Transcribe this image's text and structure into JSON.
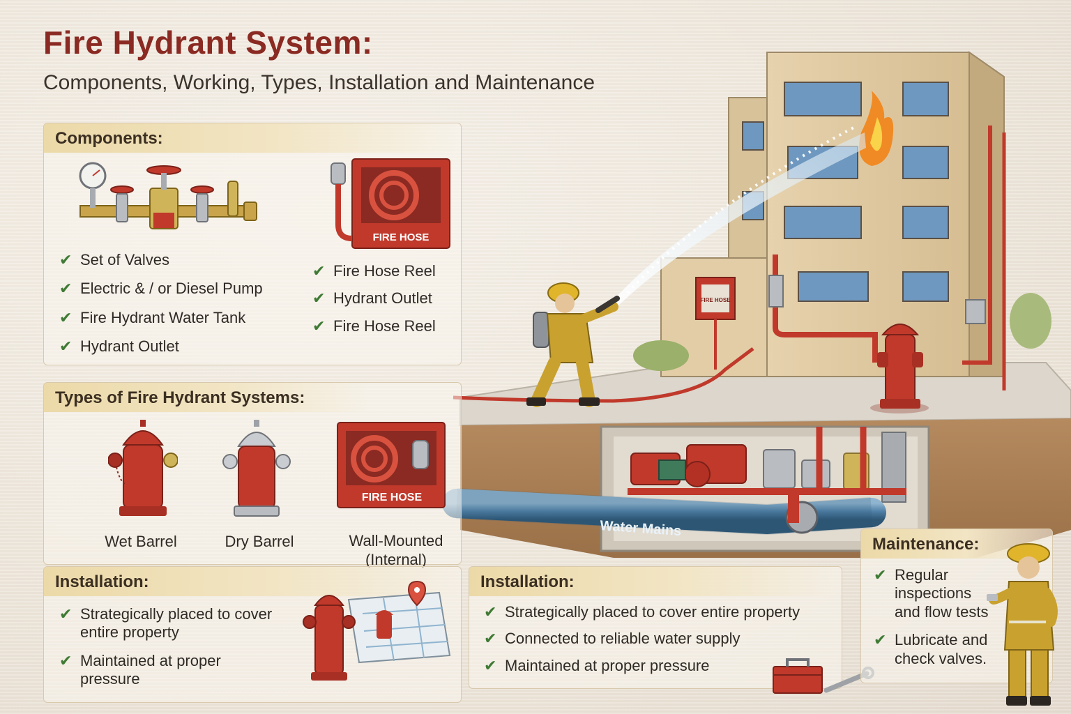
{
  "header": {
    "title": "Fire Hydrant System:",
    "subtitle": "Components, Working, Types, Installation and Maintenance"
  },
  "components": {
    "heading": "Components:",
    "hose_cabinet_label": "FIRE HOSE",
    "left_items": [
      "Set of Valves",
      "Electric & / or Diesel Pump",
      "Fire Hydrant Water Tank",
      "Hydrant Outlet"
    ],
    "right_items": [
      "Fire Hose Reel",
      "Hydrant Outlet",
      "Fire Hose Reel"
    ]
  },
  "types": {
    "heading": "Types of Fire Hydrant Systems:",
    "items": [
      {
        "label": "Wet Barrel"
      },
      {
        "label": "Dry Barrel"
      },
      {
        "label": "Wall-Mounted",
        "sub": "(Internal)"
      }
    ],
    "hose_cabinet_label": "FIRE HOSE"
  },
  "installation_left": {
    "heading": "Installation:",
    "items": [
      "Strategically placed to cover entire property",
      "Maintained at proper pressure"
    ]
  },
  "installation_right": {
    "heading": "Installation:",
    "items": [
      "Strategically placed to cover entire property",
      "Connected to reliable water supply",
      "Maintained at proper pressure"
    ]
  },
  "maintenance": {
    "heading": "Maintenance:",
    "items": [
      "Regular inspections and flow tests",
      "Lubricate and check valves."
    ]
  },
  "scene": {
    "water_mains_label": "Water Mains",
    "building_cabinet_label": "FIRE HOSE"
  },
  "colors": {
    "title": "#8a2a22",
    "hydrant_red": "#c0392b",
    "check_green": "#3f7a34",
    "panel_head": "#ecd9a8"
  }
}
